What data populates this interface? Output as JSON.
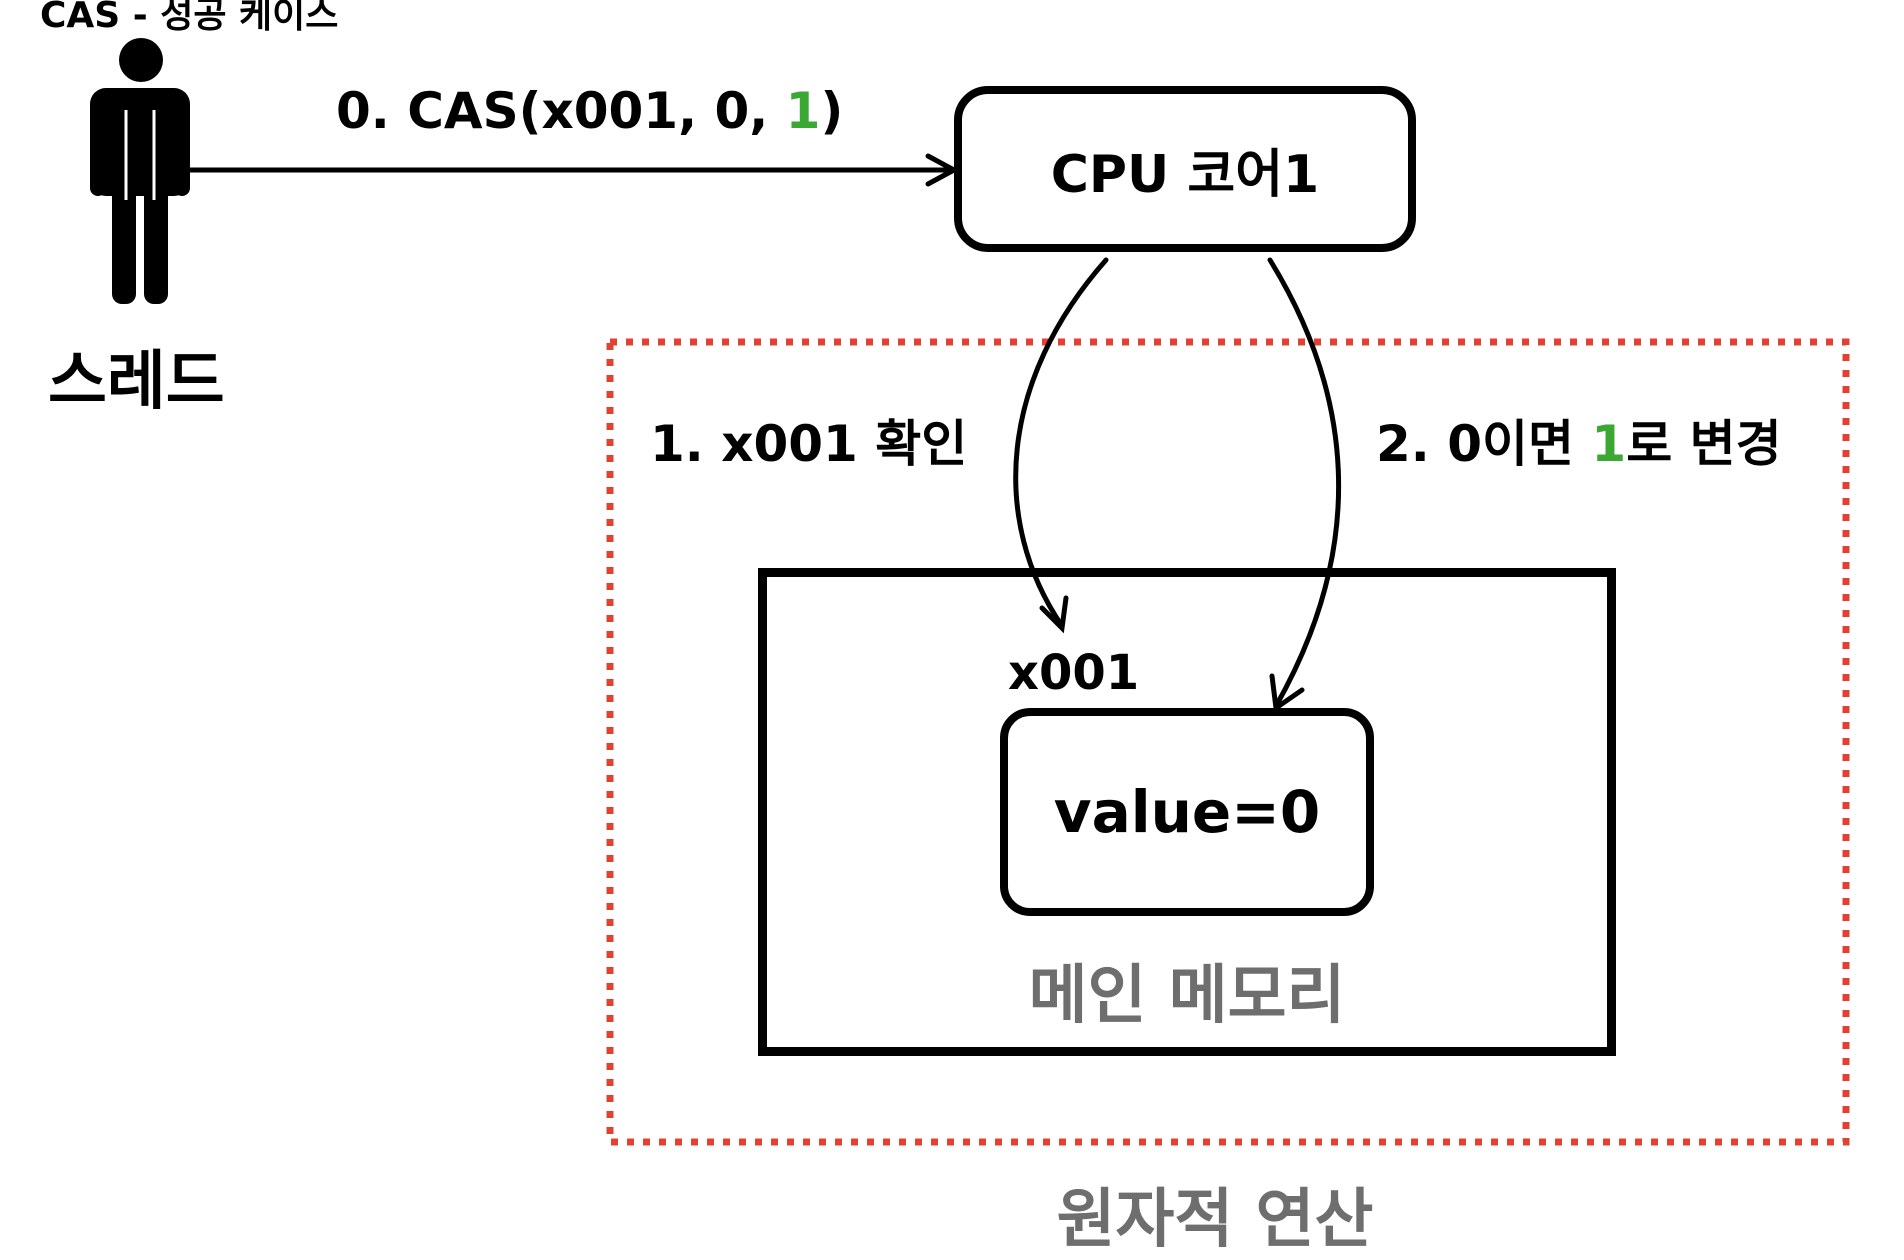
{
  "diagram": {
    "title": "CAS - 성공 케이스",
    "thread_label": "스레드",
    "cas_call": {
      "prefix": "0. CAS(x001, 0, ",
      "new_value": "1",
      "suffix": ")"
    },
    "cpu_label": "CPU 코어1",
    "step1": "1. x001 확인",
    "step2": {
      "prefix": "2. 0이면 ",
      "new_value": "1",
      "suffix": "로 변경"
    },
    "memory_address": "x001",
    "memory_value": "value=0",
    "memory_label": "메인 메모리",
    "atomic_label": "원자적 연산"
  },
  "colors": {
    "highlight": "#3aa832",
    "atomic_border": "#e0432f",
    "muted_text": "#6e6e6e",
    "line": "#000000"
  },
  "icons": {
    "thread": "person-icon"
  }
}
